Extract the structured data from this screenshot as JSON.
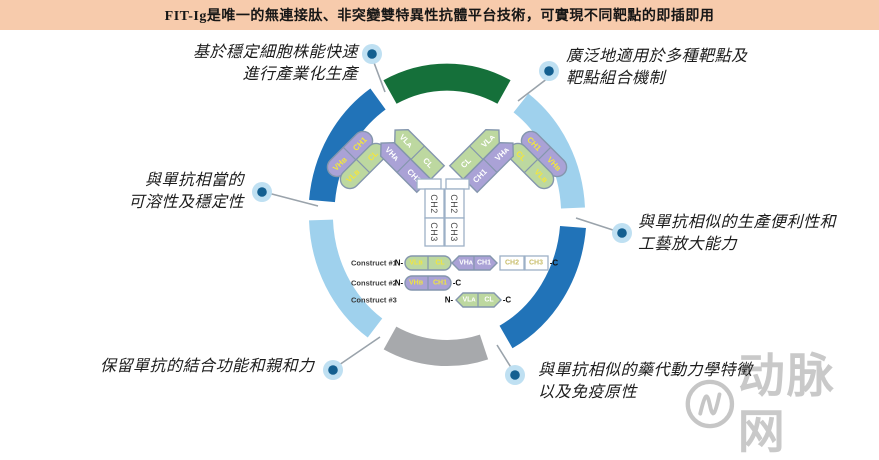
{
  "header": {
    "title": "FIT-Ig是唯一的無連接肽、非突變雙特異性抗體平台技術，可實現不同靶點的即插即用"
  },
  "callouts": {
    "top_left": {
      "line1": "基於穩定細胞株能快速",
      "line2": "進行產業化生產"
    },
    "top_right": {
      "line1": "廣泛地適用於多種靶點及",
      "line2": "靶點組合機制"
    },
    "left": {
      "line1": "與單抗相當的",
      "line2": "可溶性及穩定性"
    },
    "right": {
      "line1": "與單抗相似的生產便利性和",
      "line2": "工藝放大能力"
    },
    "bottom_left": {
      "line1": "保留單抗的結合功能和親和力",
      "line2": ""
    },
    "bottom_right": {
      "line1": "與單抗相似的藥代動力學特徵",
      "line2": "以及免疫原性"
    }
  },
  "antibody": {
    "stem": {
      "ch2_left": "CH2",
      "ch2_right": "CH2",
      "ch3_left": "CH3",
      "ch3_right": "CH3"
    },
    "arms": {
      "lo_p1": "VHʙ",
      "lo_p2": "CH1",
      "lo_g1": "VLʙ",
      "lo_g2": "CL",
      "li_g1": "VLᴀ",
      "li_g2": "CL",
      "li_p1": "VHᴀ",
      "li_p2": "CH1",
      "ri_p1": "CH1",
      "ri_p2": "VHᴀ",
      "ri_g1": "CL",
      "ri_g2": "VLᴀ",
      "ro_p1": "CH1",
      "ro_p2": "VHʙ",
      "ro_g1": "CL",
      "ro_g2": "VLʙ"
    }
  },
  "constructs": {
    "rows": [
      {
        "label": "Construct #1",
        "n": "N-",
        "c": "-C",
        "segs": {
          "g1": "VLʙ",
          "g2": "CL",
          "p1": "VHᴀ",
          "p2": "CH1",
          "w1": "CH2",
          "w2": "CH3"
        }
      },
      {
        "label": "Construct #2",
        "n": "N-",
        "c": "-C",
        "segs": {
          "p1": "VHʙ",
          "p2": "CH1"
        }
      },
      {
        "label": "Construct #3",
        "n": "N-",
        "c": "-C",
        "segs": {
          "g1": "VLᴀ",
          "g2": "CL"
        }
      }
    ]
  },
  "watermark": {
    "text": "动脉网"
  },
  "colors": {
    "header_bg": "#f7cbac",
    "arc_green": "#15703a",
    "arc_blue": "#2173b8",
    "arc_light_blue": "#9fd1ed",
    "arc_gray": "#a7a9ac",
    "bullet_outer": "#bfe0f2",
    "bullet_inner": "#135f90",
    "domain_green": "#bdd8a0",
    "domain_purple": "#aaa2d6",
    "domain_stroke": "#8496ad",
    "label_yellow": "#f2e63e",
    "label_white": "#ffffff",
    "label_khaki": "#c8bd6a",
    "watermark_gray": "#c9c9c9"
  }
}
